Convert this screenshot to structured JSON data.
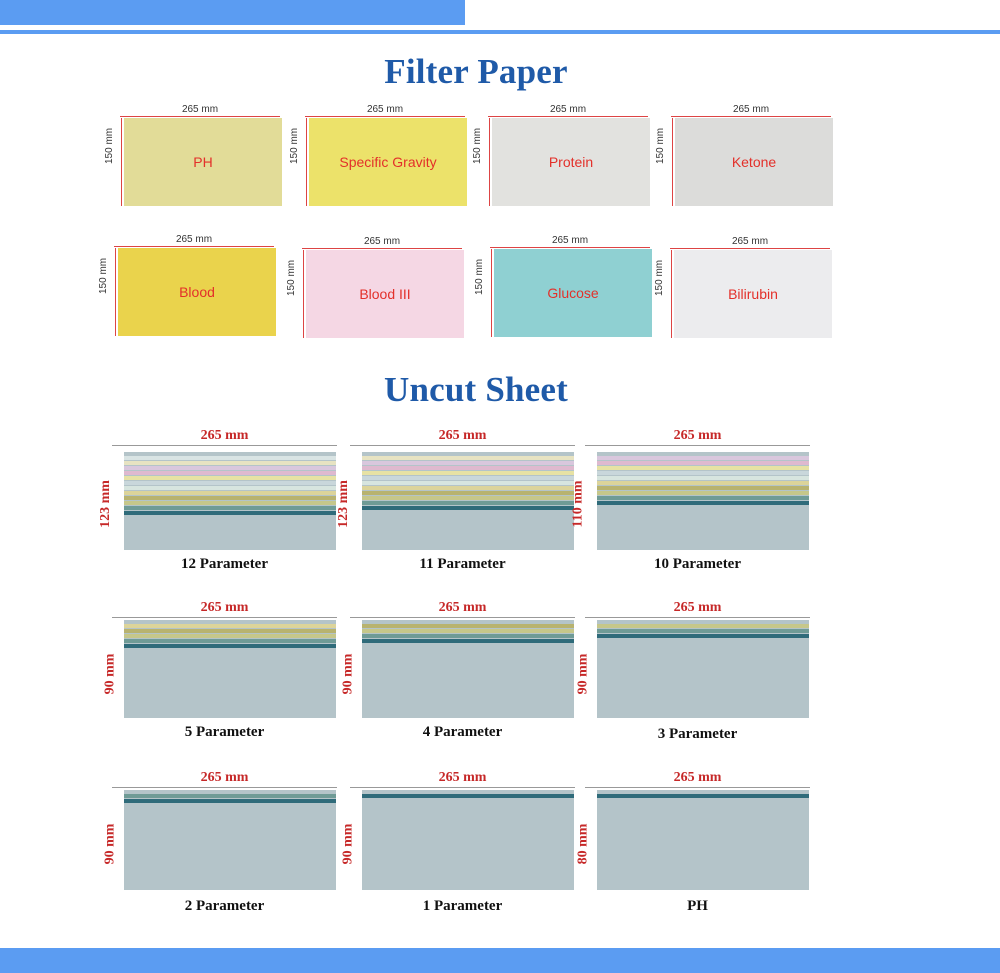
{
  "filter_paper": {
    "title": "Filter Paper",
    "width_label": "265 mm",
    "height_label": "150 mm",
    "items": [
      {
        "label": "PH",
        "color": "#e2dc98"
      },
      {
        "label": "Specific Gravity",
        "color": "#ece26a"
      },
      {
        "label": "Protein",
        "color": "#e2e2df"
      },
      {
        "label": "Ketone",
        "color": "#dcdcda"
      },
      {
        "label": "Blood",
        "color": "#ead34c"
      },
      {
        "label": "Blood III",
        "color": "#f5d7e4"
      },
      {
        "label": "Glucose",
        "color": "#8fd0d2"
      },
      {
        "label": "Bilirubin",
        "color": "#ececee"
      }
    ]
  },
  "uncut_sheet": {
    "title": "Uncut Sheet",
    "width_label": "265 mm",
    "items": [
      {
        "label": "12 Parameter",
        "height_label": "123 mm",
        "stripes": 12
      },
      {
        "label": "11 Parameter",
        "height_label": "123 mm",
        "stripes": 11
      },
      {
        "label": "10 Parameter",
        "height_label": "110 mm",
        "stripes": 10
      },
      {
        "label": "5 Parameter",
        "height_label": "90 mm",
        "stripes": 5
      },
      {
        "label": "4 Parameter",
        "height_label": "90 mm",
        "stripes": 4
      },
      {
        "label": "3 Parameter",
        "height_label": "90 mm",
        "stripes": 3
      },
      {
        "label": "2 Parameter",
        "height_label": "90 mm",
        "stripes": 2
      },
      {
        "label": "1 Parameter",
        "height_label": "90 mm",
        "stripes": 1
      },
      {
        "label": "PH",
        "height_label": "80 mm",
        "stripes": 1
      }
    ]
  },
  "colors": {
    "accent_bar": "#5b9cf2",
    "title": "#1f5aa8",
    "dimension_red": "#c62828",
    "label_red": "#e3302a"
  }
}
